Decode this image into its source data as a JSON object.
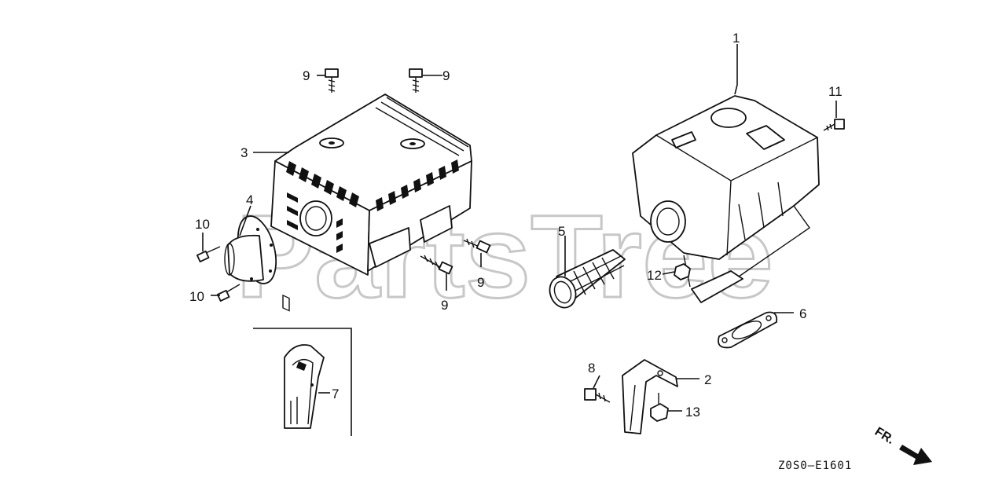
{
  "watermark": "PartsTree",
  "diagram_code": "Z0S0—E1601",
  "direction_marker": "FR.",
  "callouts": {
    "c1": "1",
    "c2": "2",
    "c3": "3",
    "c4": "4",
    "c5": "5",
    "c6": "6",
    "c7": "7",
    "c8": "8",
    "c9a": "9",
    "c9b": "9",
    "c9c": "9",
    "c9d": "9",
    "c10a": "10",
    "c10b": "10",
    "c11": "11",
    "c12": "12",
    "c13": "13"
  }
}
